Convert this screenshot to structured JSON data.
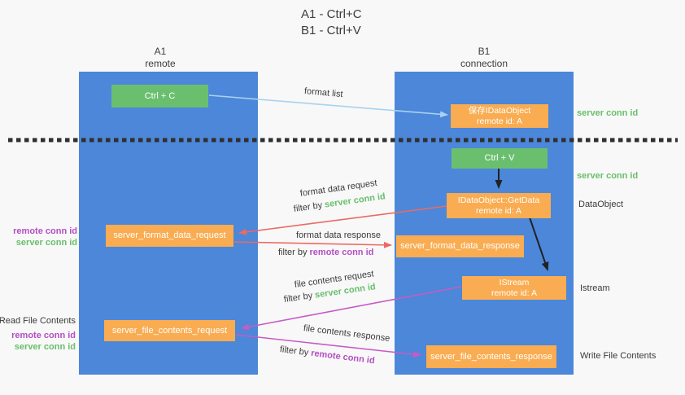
{
  "colors": {
    "background": "#f8f8f8",
    "lane_blue": "#4c87d9",
    "box_green": "#6abf6f",
    "box_orange": "#f9ac51",
    "arrow_lightblue": "#a9d2f0",
    "arrow_red": "#ea6a64",
    "arrow_magenta": "#c75bc4",
    "arrow_black": "#222222",
    "dotted_divider": "#2f2f2f",
    "text_green": "#68bf6b",
    "text_purple": "#b44ec4"
  },
  "title": {
    "line1": "A1 - Ctrl+C",
    "line2": "B1 - Ctrl+V"
  },
  "columns": {
    "a": {
      "line1": "A1",
      "line2": "remote"
    },
    "b": {
      "line1": "B1",
      "line2": "connection"
    }
  },
  "boxes": {
    "ctrl_c": "Ctrl + C",
    "ctrl_v": "Ctrl + V",
    "save_idataobject_line1": "保存IDataObject",
    "save_idataobject_line2": "remote id: A",
    "getdata_line1": "IDataObject::GetData",
    "getdata_line2": "remote id: A",
    "istream_line1": "IStream",
    "istream_line2": "remote id: A",
    "server_format_data_request": "server_format_data_request",
    "server_format_data_response": "server_format_data_response",
    "server_file_contents_request": "server_file_contents_request",
    "server_file_contents_response": "server_file_contents_response"
  },
  "arrows": {
    "format_list": "format list",
    "format_data_request": "format data request",
    "format_data_response": "format data response",
    "file_contents_request": "file contents request",
    "file_contents_response": "file contents response",
    "filter_by": "filter by ",
    "server_conn_id": "server conn id",
    "remote_conn_id": "remote conn id"
  },
  "side_labels": {
    "server_conn_id": "server conn id",
    "remote_conn_id": "remote conn id",
    "dataobject": "DataObject",
    "istream": "Istream",
    "read_file_contents": "Read File Contents",
    "write_file_contents": "Write File Contents"
  }
}
